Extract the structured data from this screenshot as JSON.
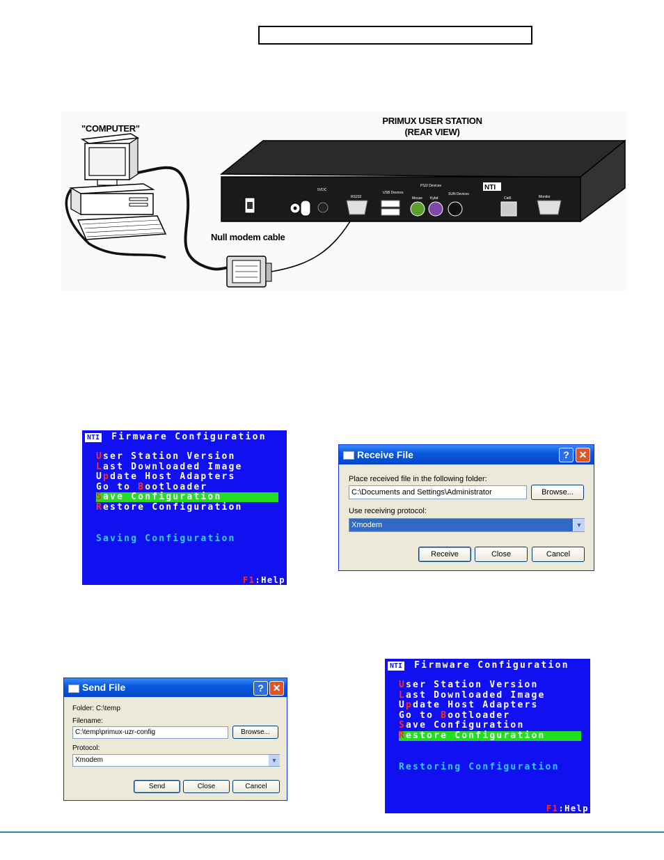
{
  "diagram": {
    "computer_label": "\"COMPUTER\"",
    "station_title_line1": "PRIMUX USER STATION",
    "station_title_line2": "(REAR VIEW)",
    "cable_label": "Null modem cable",
    "port_labels": {
      "power": "5VDC",
      "rs232": "RS232",
      "usb": "USB Devices",
      "ps2": "PS/2 Devices",
      "mouse": "Mouse",
      "kybd": "Kybd",
      "sun": "SUN Devices",
      "cat5": "Cat5",
      "monitor": "Monitor",
      "brand": "NTI"
    }
  },
  "terminal_save": {
    "logo": "NTI",
    "header": "Firmware Configuration",
    "items": [
      {
        "key": "U",
        "rest": "ser Station Version"
      },
      {
        "key": "L",
        "rest": "ast Downloaded Image"
      },
      {
        "pre": "U",
        "key": "p",
        "rest": "date Host Adapters"
      },
      {
        "pre": "Go to ",
        "key": "B",
        "rest": "ootloader"
      },
      {
        "key": "S",
        "rest": "ave Configuration"
      },
      {
        "key": "R",
        "rest": "estore Configuration"
      }
    ],
    "highlighted_index": 4,
    "status": "Saving Configuration",
    "help_key": "F1",
    "help_text": ":Help"
  },
  "terminal_restore": {
    "logo": "NTI",
    "header": "Firmware Configuration",
    "highlighted_index": 5,
    "status": "Restoring Configuration",
    "help_key": "F1",
    "help_text": ":Help"
  },
  "receive_dialog": {
    "title": "Receive File",
    "folder_label": "Place received file in the following folder:",
    "folder_value": "C:\\Documents and Settings\\Administrator",
    "browse": "Browse...",
    "protocol_label": "Use receiving protocol:",
    "protocol_value": "Xmodem",
    "receive": "Receive",
    "close": "Close",
    "cancel": "Cancel"
  },
  "send_dialog": {
    "title": "Send File",
    "folder_label": "Folder:  C:\\temp",
    "filename_label": "Filename:",
    "filename_value": "C:\\temp\\primux-uzr-config",
    "browse": "Browse...",
    "protocol_label": "Protocol:",
    "protocol_value": "Xmodem",
    "send": "Send",
    "close": "Close",
    "cancel": "Cancel"
  },
  "colors": {
    "terminal_bg": "#1010f0",
    "highlight": "#22dd22",
    "hotkey": "#ff2a2a",
    "status": "#33ccff",
    "footer_rule": "#2a8aa8"
  }
}
